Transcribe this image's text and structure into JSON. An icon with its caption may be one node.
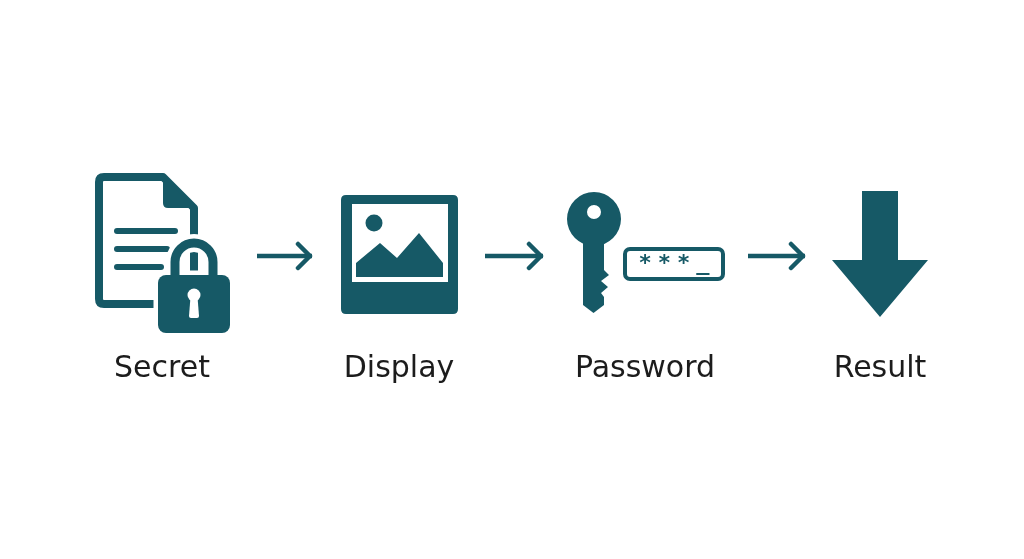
{
  "diagram": {
    "nodes": [
      {
        "text": [
          "Secret"
        ]
      },
      {
        "text": [
          "Display"
        ]
      },
      {
        "text": [
          "Password"
        ]
      },
      {
        "text": [
          "Result"
        ]
      }
    ],
    "edges": [
      {
        "from": 0,
        "to": 1,
        "arrow": "to"
      },
      {
        "from": 1,
        "to": 2,
        "arrow": "to"
      },
      {
        "from": 2,
        "to": 3,
        "arrow": "to"
      }
    ],
    "labels": [
      "***_"
    ]
  }
}
